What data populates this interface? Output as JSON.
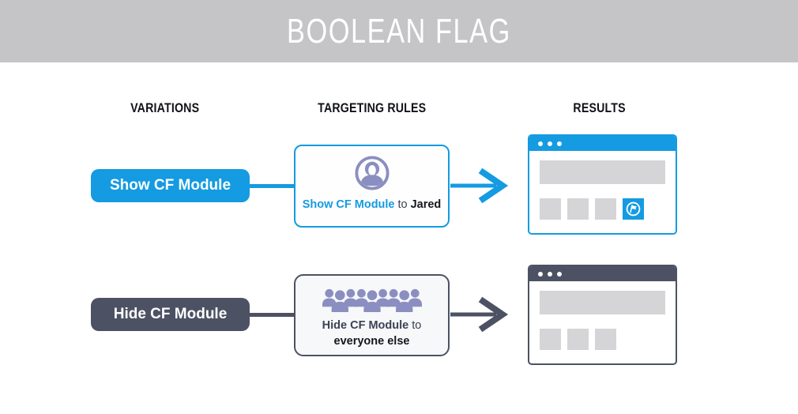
{
  "banner": {
    "title": "BOOLEAN FLAG"
  },
  "columns": {
    "variations": "VARIATIONS",
    "targeting": "TARGETING RULES",
    "results": "RESULTS"
  },
  "colors": {
    "blue": "#149be1",
    "dark_slate": "#4c5263",
    "icon_purple": "#8b8ec0",
    "banner_gray": "#c5c4c6",
    "placeholder_gray": "#d5d5d7",
    "rule_box_bg": "#f7f8fa"
  },
  "rows": [
    {
      "variation": "Show CF Module",
      "rule": {
        "flag": "Show CF Module",
        "connector": "to",
        "audience": "Jared"
      },
      "icon": "single-user-avatar-icon",
      "result": "module-visible"
    },
    {
      "variation": "Hide CF Module",
      "rule": {
        "flag": "Hide CF Module",
        "connector": "to",
        "audience": "everyone else"
      },
      "icon": "user-crowd-icon",
      "result": "module-hidden"
    }
  ]
}
